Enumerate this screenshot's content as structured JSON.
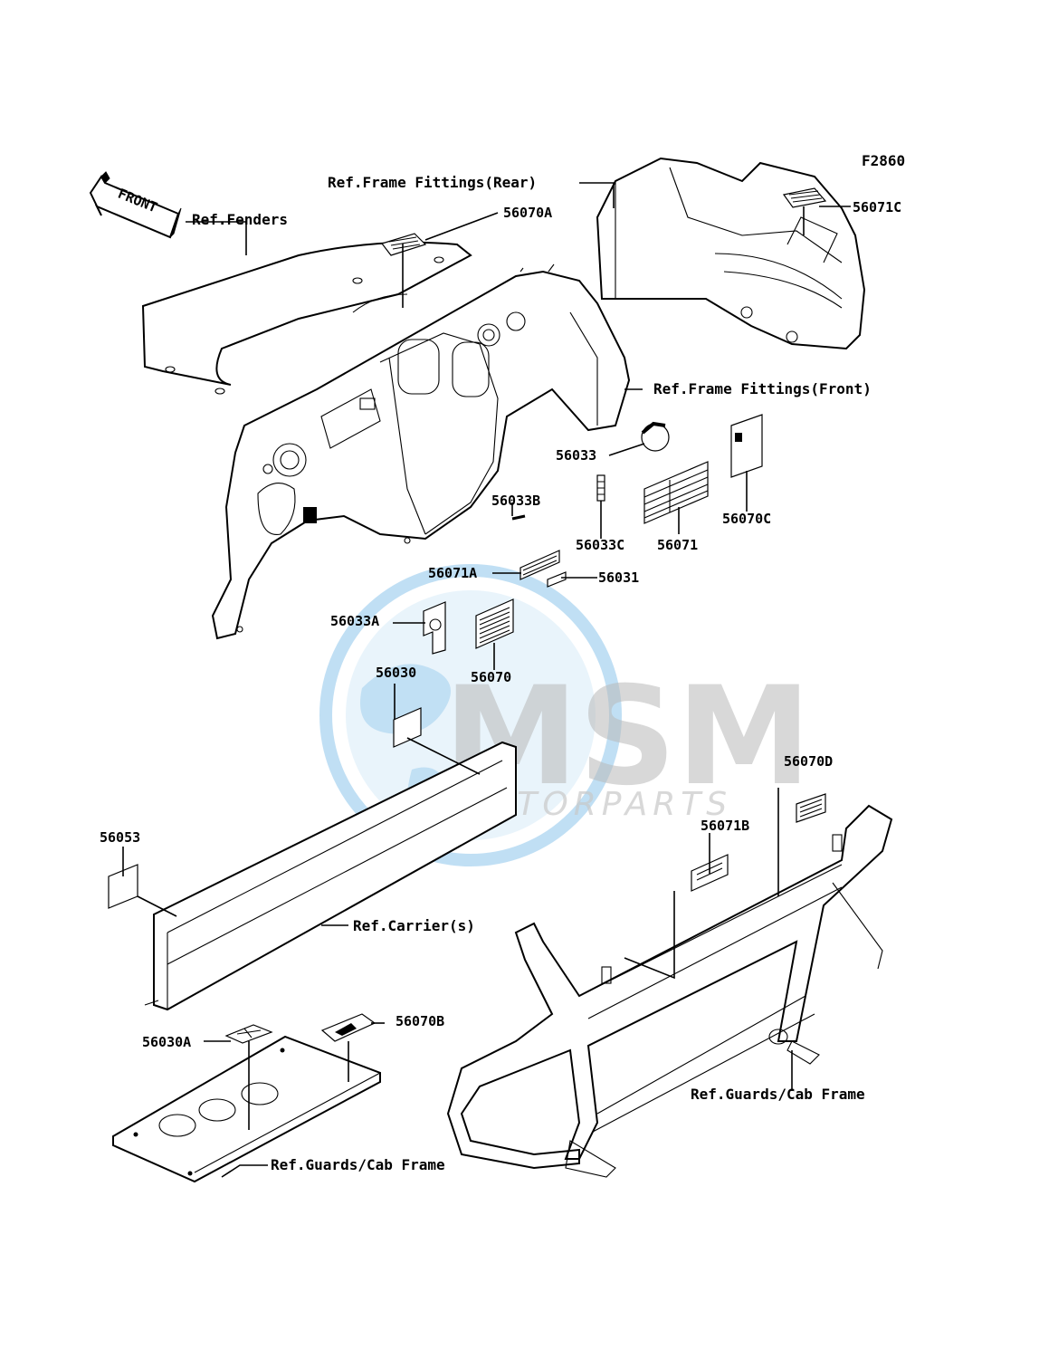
{
  "figure_code": "F2860",
  "front_badge": "FRONT",
  "references": {
    "fenders": "Ref.Fenders",
    "frame_rear": "Ref.Frame Fittings(Rear)",
    "frame_front": "Ref.Frame Fittings(Front)",
    "carriers": "Ref.Carrier(s)",
    "guards_left": "Ref.Guards/Cab Frame",
    "guards_right": "Ref.Guards/Cab Frame"
  },
  "parts": {
    "p56070A": "56070A",
    "p56071C": "56071C",
    "p56033": "56033",
    "p56033B": "56033B",
    "p56033C": "56033C",
    "p56071": "56071",
    "p56070C": "56070C",
    "p56071A": "56071A",
    "p56031": "56031",
    "p56033A": "56033A",
    "p56030": "56030",
    "p56070": "56070",
    "p56070D": "56070D",
    "p56071B": "56071B",
    "p56053": "56053",
    "p56070B": "56070B",
    "p56030A": "56030A"
  },
  "watermark": {
    "brand": "MSM",
    "tagline": "MOTORPARTS",
    "colors": {
      "globe": "#4aa3df",
      "letters": "#b8b8b8"
    }
  }
}
